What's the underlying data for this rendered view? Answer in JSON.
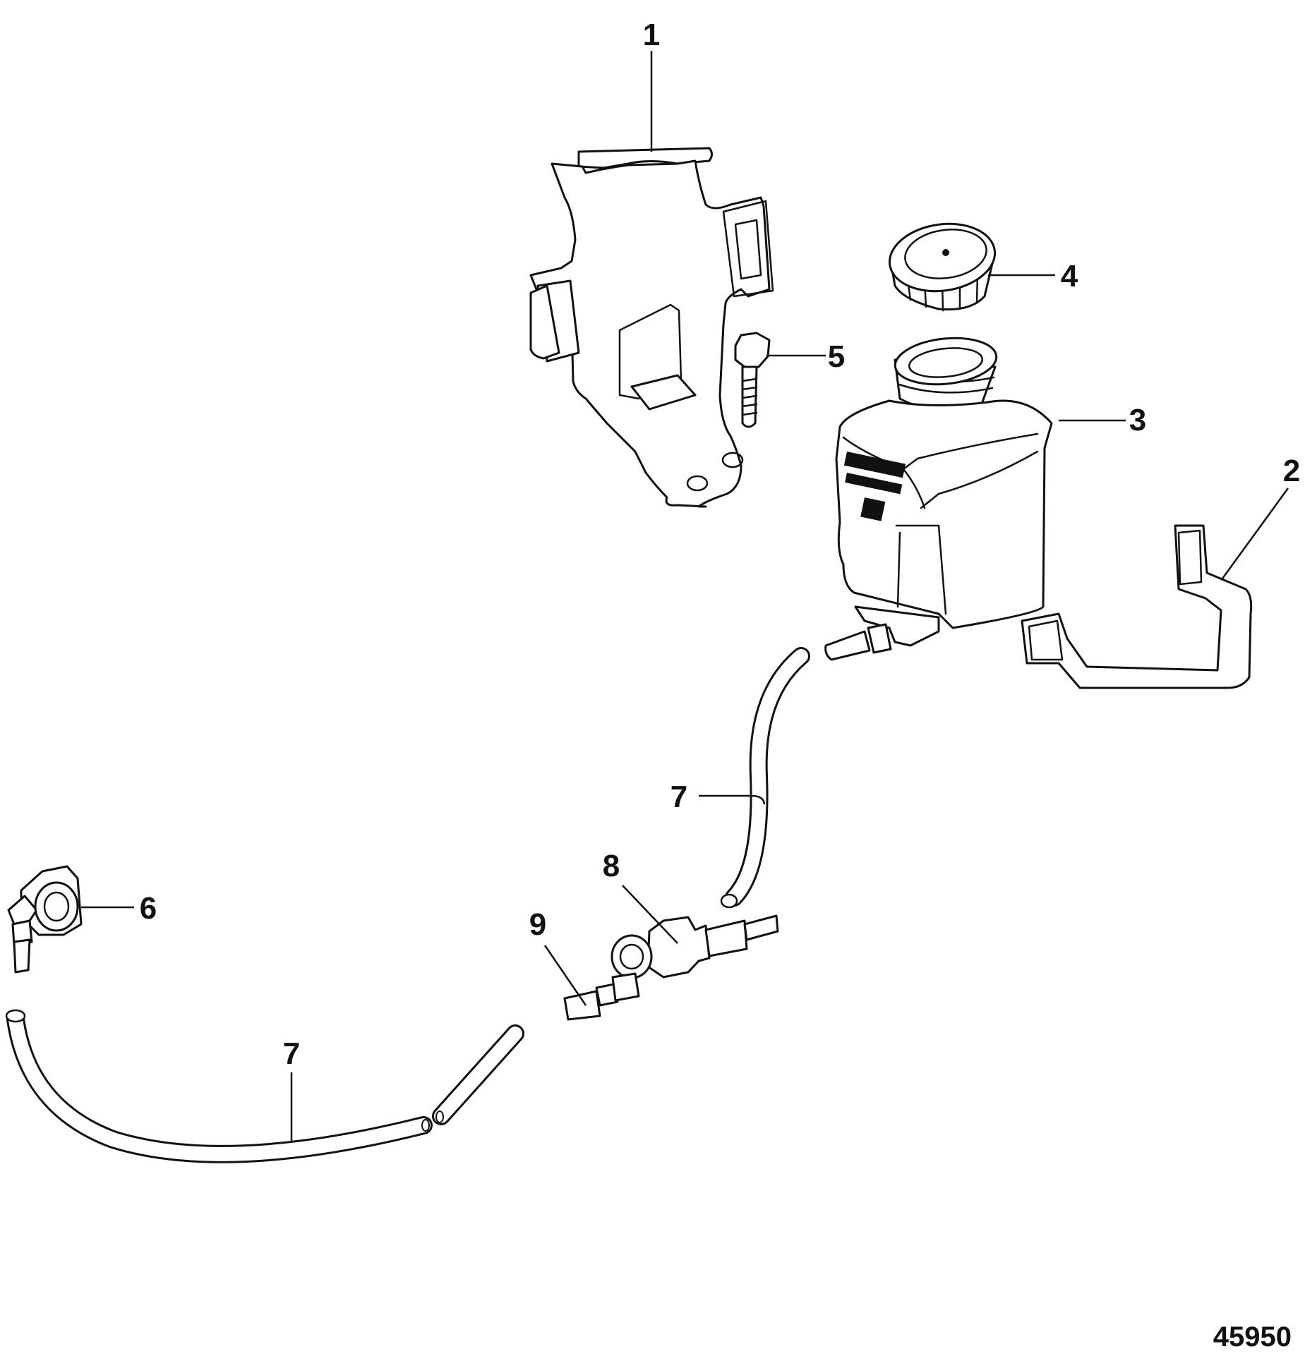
{
  "figure_id": "45950",
  "callouts": [
    "1",
    "2",
    "3",
    "4",
    "5",
    "6",
    "7",
    "7",
    "8",
    "9"
  ]
}
